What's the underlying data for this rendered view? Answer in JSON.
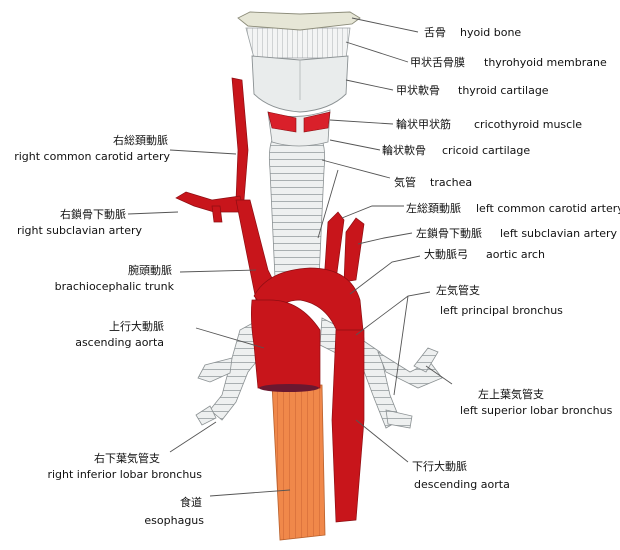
{
  "colors": {
    "artery": "#c8151b",
    "artery_dark": "#8e0d12",
    "cartilage": "#eef0f0",
    "cartilage_line": "#9aa0a2",
    "bone": "#e6e6d6",
    "muscle": "#d9202a",
    "esophagus": "#f0884a",
    "leader": "#555555"
  },
  "labels": {
    "hyoid": {
      "jp": "舌骨",
      "en": "hyoid bone"
    },
    "thyrohyoid": {
      "jp": "甲状舌骨膜",
      "en": "thyrohyoid membrane"
    },
    "thyroid": {
      "jp": "甲状軟骨",
      "en": "thyroid cartilage"
    },
    "cricothyroid": {
      "jp": "輪状甲状筋",
      "en": "cricothyroid muscle"
    },
    "cricoid": {
      "jp": "輪状軟骨",
      "en": "cricoid cartilage"
    },
    "trachea": {
      "jp": "気管",
      "en": "trachea"
    },
    "lcca": {
      "jp": "左総頚動脈",
      "en": "left common carotid artery"
    },
    "lsa": {
      "jp": "左鎖骨下動脈",
      "en": "left subclavian artery"
    },
    "arch": {
      "jp": "大動脈弓",
      "en": "aortic arch"
    },
    "lpb": {
      "jp": "左気管支",
      "en": "left principal bronchus"
    },
    "lslb": {
      "jp": "左上葉気管支",
      "en": "left superior lobar bronchus"
    },
    "desc": {
      "jp": "下行大動脈",
      "en": "descending aorta"
    },
    "rcca": {
      "jp": "右総頚動脈",
      "en": "right common carotid artery"
    },
    "rsa": {
      "jp": "右鎖骨下動脈",
      "en": "right subclavian artery"
    },
    "bct": {
      "jp": "腕頭動脈",
      "en": "brachiocephalic trunk"
    },
    "asc": {
      "jp": "上行大動脈",
      "en": "ascending aorta"
    },
    "rilb": {
      "jp": "右下葉気管支",
      "en": "right inferior lobar bronchus"
    },
    "eso": {
      "jp": "食道",
      "en": "esophagus"
    }
  }
}
